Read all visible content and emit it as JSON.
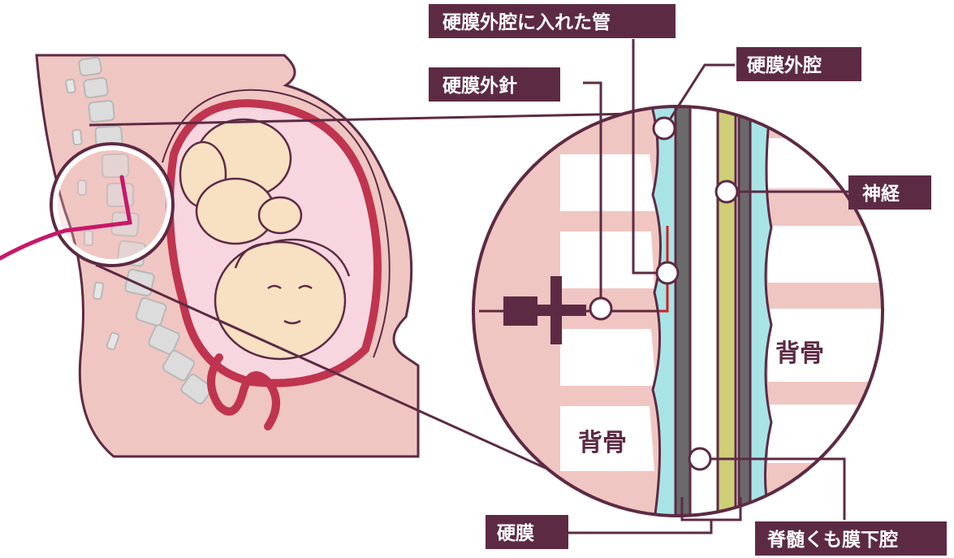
{
  "labels": {
    "catheter": "硬膜外腔に入れた管",
    "epidural_needle": "硬膜外針",
    "epidural_space": "硬膜外腔",
    "nerve": "神経",
    "dura": "硬膜",
    "subarachnoid": "脊髄くも膜下腔",
    "bone_left": "背骨",
    "bone_right": "背骨"
  },
  "colors": {
    "outline": "#5d2a44",
    "body_skin": "#f0c6c2",
    "uterus": "#c0344f",
    "baby_skin": "#f8e0c2",
    "csf": "#a8e4e6",
    "dura": "#6a6a6a",
    "nerve": "#cfcf78",
    "catheter": "#c8176a",
    "bone": "#ffffff"
  }
}
